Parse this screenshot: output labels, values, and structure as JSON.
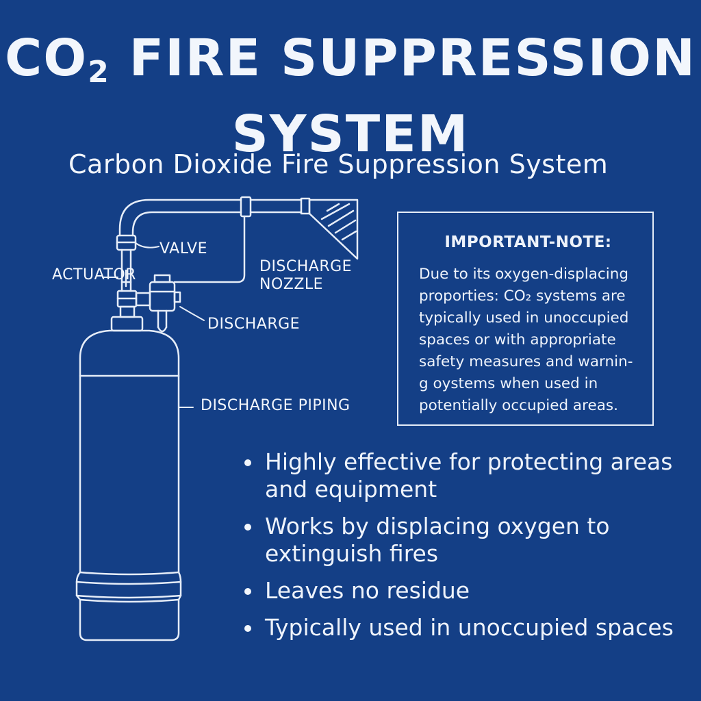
{
  "title": {
    "line1_prefix": "CO",
    "line1_sub": "2",
    "line1_suffix": " FIRE SUPPRESSION",
    "line2": "SYSTEM"
  },
  "subtitle": "Carbon Dioxide Fire Suppression System",
  "labels": {
    "valve": "VALVE",
    "actuator": "ACTUATOR",
    "discharge_nozzle_1": "DISCHARGE",
    "discharge_nozzle_2": "NOZZLE",
    "discharge": "DISCHARGE",
    "discharge_piping": "DISCHARGE PIPING"
  },
  "note": {
    "title": "IMPORTANT-NOTE:",
    "body": "Due to its oxygen-displacing proporties: CO₂ systems are typically used in unoccupied spaces or with appropriate safety measures and warnin-g oystems when used in potentially occupied areas."
  },
  "bullets": [
    "Highly effective for protecting areas and equipment",
    "Works by displacing oxygen to extinguish fires",
    "Leaves no residue",
    "Typically used in unoccupied spaces"
  ],
  "colors": {
    "background": "#143f86",
    "line": "#e6edf8"
  }
}
